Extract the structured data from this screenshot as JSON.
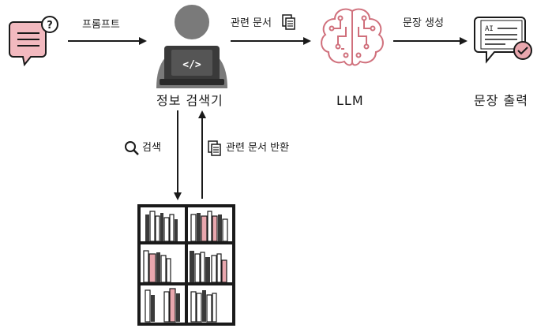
{
  "diagram": {
    "nodes": {
      "retriever": {
        "label": "정보 검색기"
      },
      "llm": {
        "label": "LLM",
        "icon": "brain-circuit-icon"
      },
      "output": {
        "label": "문장 출력",
        "icon_text": "AI"
      }
    },
    "edges": {
      "prompt": {
        "label": "프롬프트"
      },
      "related_docs": {
        "label": "관련 문서"
      },
      "generate": {
        "label": "문장 생성"
      },
      "search": {
        "label": "검색"
      },
      "return_docs": {
        "label": "관련 문서 반환"
      }
    },
    "icons": [
      "question-bubble-icon",
      "developer-laptop-icon",
      "brain-circuit-icon",
      "ai-document-check-icon",
      "search-icon",
      "document-icon",
      "bookshelf-icon"
    ],
    "colors": {
      "accent": "#e9a7ae",
      "accent_stroke": "#d0707c",
      "ink": "#1a1a1a",
      "gray": "#808080"
    }
  }
}
